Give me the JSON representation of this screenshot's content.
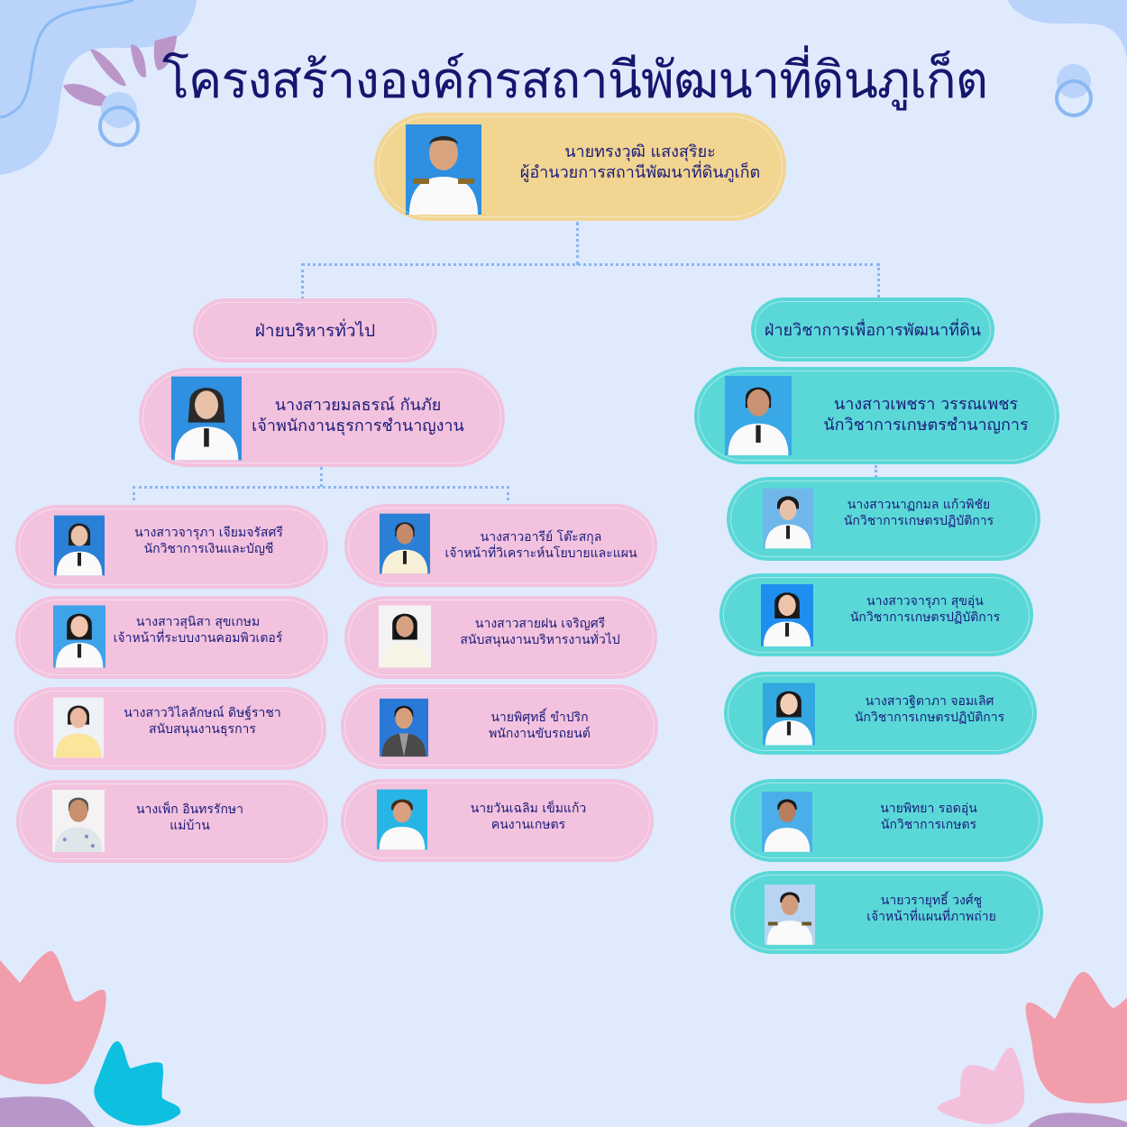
{
  "title": "โครงสร้างองค์กรสถานีพัฒนาที่ดินภูเก็ต",
  "colors": {
    "background": "#dfeafd",
    "title_text": "#15166e",
    "body_text": "#1b1b7a",
    "director_box": "#f1d591",
    "admin_box": "#f2c2de",
    "technical_box": "#5ad8d8",
    "connector": "#8ab6f0"
  },
  "director": {
    "name": "นายทรงวุฒิ แสงสุริยะ",
    "position": "ผู้อำนวยการสถานีพัฒนาที่ดินภูเก็ต",
    "photo_bg": "#2f8fe0"
  },
  "departments": [
    {
      "label": "ฝ่ายบริหารทั่วไป",
      "head": {
        "name": "นางสาวยมลธรณ์ กันภัย",
        "position": "เจ้าพนักงานธุรการชำนาญงาน",
        "photo_bg": "#2f8fe0"
      },
      "staff": [
        {
          "name": "นางสาวจารุภา เจียมจรัสศรี",
          "position": "นักวิชาการเงินและบัญชี",
          "photo_bg": "#2a7fd6"
        },
        {
          "name": "นางสาวอารีย์ โต๊ะสกุล",
          "position": "เจ้าหน้าที่วิเคราะห์นโยบายและแผน",
          "photo_bg": "#2a7fd6"
        },
        {
          "name": "นางสาวสุนิสา สุขเกษม",
          "position": "เจ้าหน้าที่ระบบงานคอมพิวเตอร์",
          "photo_bg": "#3fa3ea"
        },
        {
          "name": "นางสาวสายฝน เจริญศรี",
          "position": "สนับสนุนงานบริหารงานทั่วไป",
          "photo_bg": "#f3f3f3"
        },
        {
          "name": "นางสาววิไลลักษณ์ ดิษฐ์ราชา",
          "position": "สนับสนุนงานธุรการ",
          "photo_bg": "#eef1f6"
        },
        {
          "name": "นายพิศุทธิ์ ขำปริก",
          "position": "พนักงานขับรถยนต์",
          "photo_bg": "#2a78d8"
        },
        {
          "name": "นางเพ็ก อินทรรักษา",
          "position": "แม่บ้าน",
          "photo_bg": "#f4f2f2"
        },
        {
          "name": "นายวันเฉลิม เข็มแก้ว",
          "position": "คนงานเกษตร",
          "photo_bg": "#27b5e6"
        }
      ]
    },
    {
      "label": "ฝ่ายวิชาการเพื่อการพัฒนาที่ดิน",
      "head": {
        "name": "นางสาวเพชรา วรรณเพชร",
        "position": "นักวิชาการเกษตรชำนาญการ",
        "photo_bg": "#38a8e6"
      },
      "staff": [
        {
          "name": "นางสาวนาฏกมล แก้วพิชัย",
          "position": "นักวิชาการเกษตรปฏิบัติการ",
          "photo_bg": "#6fb7ea"
        },
        {
          "name": "นางสาวจารุภา สุขอุ่น",
          "position": "นักวิชาการเกษตรปฏิบัติการ",
          "photo_bg": "#1e8ff0"
        },
        {
          "name": "นางสาวฐิตาภา จอมเลิศ",
          "position": "นักวิชาการเกษตรปฏิบัติการ",
          "photo_bg": "#33a7e0"
        },
        {
          "name": "นายพิทยา รอดอุ่น",
          "position": "นักวิชาการเกษตร",
          "photo_bg": "#4aaeea"
        },
        {
          "name": "นายวรายุทธิ์ วงศ์ชู",
          "position": "เจ้าหน้าที่แผนที่ภาพถ่าย",
          "photo_bg": "#b9d4f2"
        }
      ]
    }
  ]
}
